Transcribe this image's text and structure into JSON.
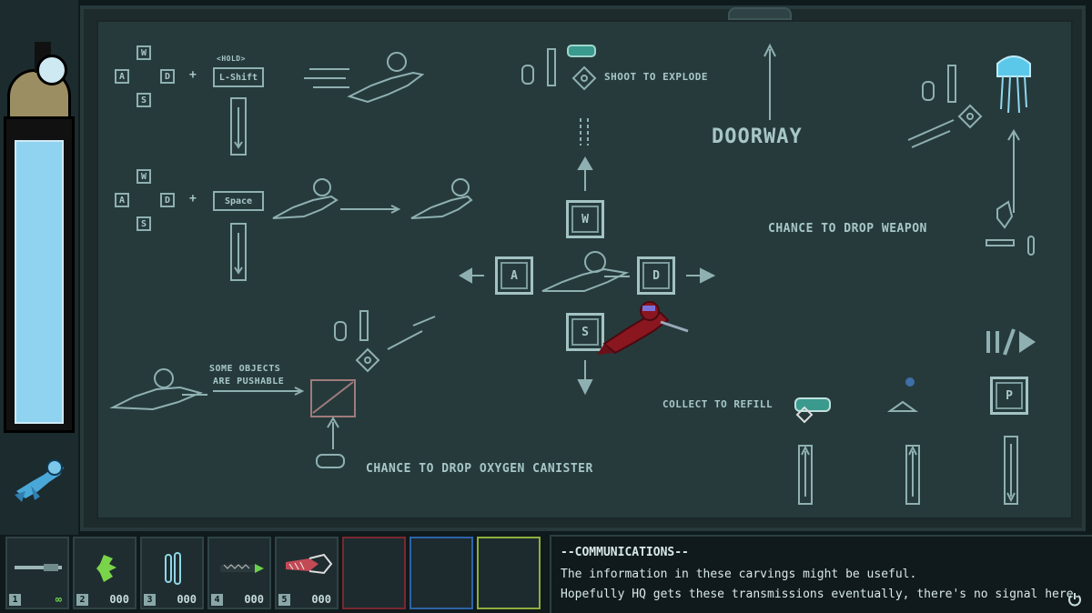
{
  "board": {
    "hold_label": "<HOLD>",
    "keys": {
      "w": "W",
      "a": "A",
      "s": "S",
      "d": "D",
      "shift": "L-Shift",
      "space": "Space",
      "p": "P"
    },
    "shoot_to_explode": "SHOOT TO EXPLODE",
    "doorway": "DOORWAY",
    "chance_drop_weapon": "CHANCE TO DROP WEAPON",
    "some_objects": "SOME OBJECTS",
    "are_pushable": "ARE PUSHABLE",
    "collect_to_refill": "COLLECT TO REFILL",
    "chance_drop_oxygen": "CHANCE TO DROP OXYGEN CANISTER"
  },
  "oxygen": {
    "level": 0.95,
    "fill_color": "#8fd3f1"
  },
  "hotbar": {
    "slots": [
      {
        "num": "1",
        "count": "∞",
        "icon": "harpoon-rifle-icon"
      },
      {
        "num": "2",
        "count": "000",
        "icon": "green-alien-icon"
      },
      {
        "num": "3",
        "count": "000",
        "icon": "sonic-ring-icon"
      },
      {
        "num": "4",
        "count": "000",
        "icon": "drill-icon"
      },
      {
        "num": "5",
        "count": "000",
        "icon": "claw-weapon-icon"
      }
    ],
    "empty_slot_colors": [
      "#7a2830",
      "#2e63a8",
      "#8fae3c"
    ]
  },
  "comms": {
    "title": "--COMMUNICATIONS--",
    "line1": "The information in these carvings might be useful.",
    "line2": "Hopefully HQ gets these transmissions eventually, there's no signal here."
  },
  "colors": {
    "carving": "#8fb0b1",
    "board_bg": "#263a3c",
    "diver_red": "#8a1620"
  }
}
